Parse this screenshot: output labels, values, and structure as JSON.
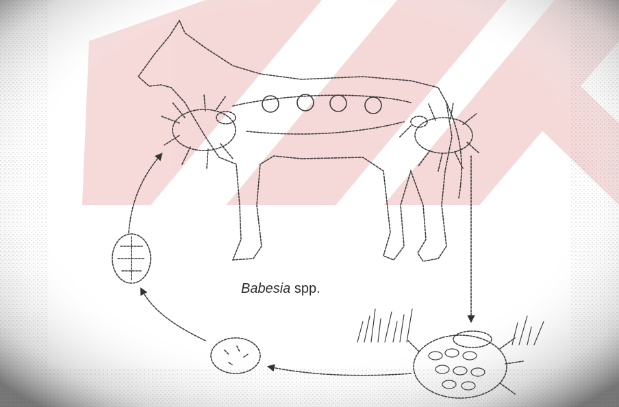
{
  "figure": {
    "caption_genus": "Babesia",
    "caption_suffix": "spp.",
    "watermark_color": "#f4d2d2",
    "ink_color": "#3a3a3a",
    "paper_color": "#ffffff",
    "vignette_color": "#8a8a8a"
  },
  "stages": [
    {
      "name": "host-horse"
    },
    {
      "name": "feeding-tick-left"
    },
    {
      "name": "feeding-tick-right"
    },
    {
      "name": "engorged-female-tick-laying-eggs"
    },
    {
      "name": "egg"
    },
    {
      "name": "larva-in-egg"
    },
    {
      "name": "parasite-stage-1"
    },
    {
      "name": "parasite-stage-2"
    },
    {
      "name": "parasite-stage-3"
    },
    {
      "name": "parasite-stage-4"
    }
  ]
}
